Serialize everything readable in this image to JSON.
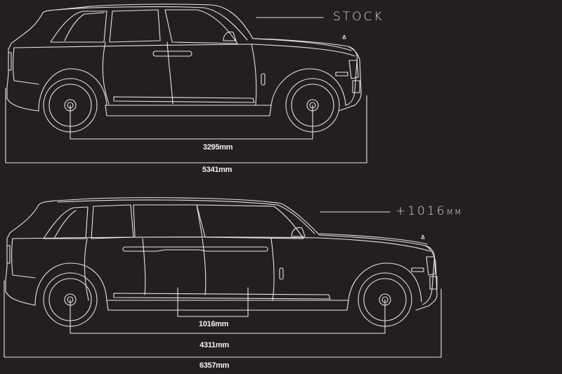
{
  "colors": {
    "background": "#231f20",
    "line": "#e6e4e4",
    "text": "#f2f0f0"
  },
  "diagrams": [
    {
      "id": "stock",
      "label_main": "STOCK",
      "label_unit": "",
      "wheelbase": "3295mm",
      "overall_length": "5341mm"
    },
    {
      "id": "extended",
      "label_main": "+1016",
      "label_unit": "MM",
      "extension": "1016mm",
      "wheelbase": "4311mm",
      "overall_length": "6357mm"
    }
  ]
}
